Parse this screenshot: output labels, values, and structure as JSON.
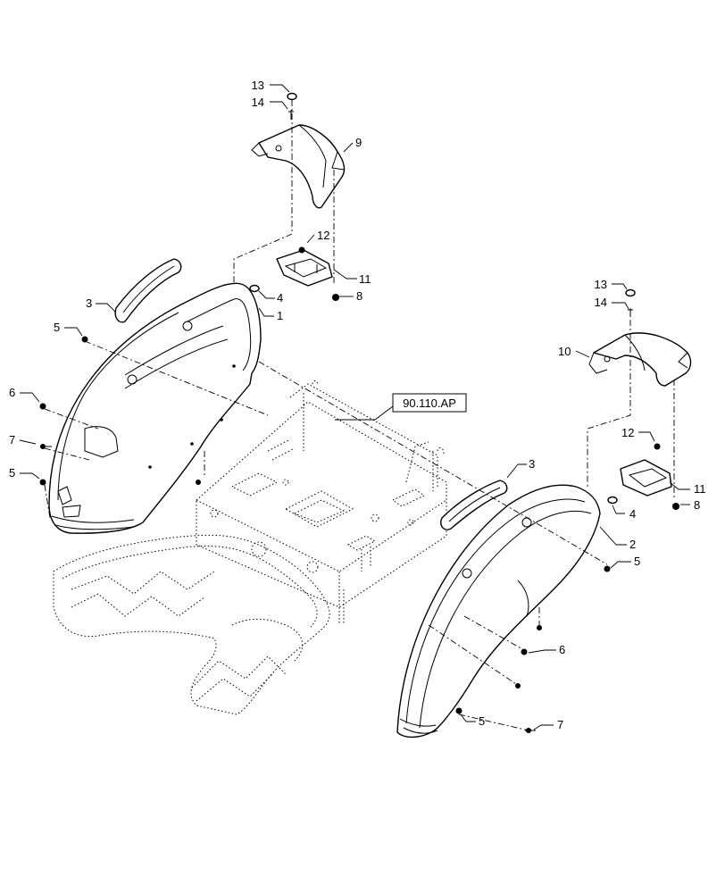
{
  "reference_label": "90.110.AP",
  "callouts": [
    {
      "id": "c1",
      "text": "1"
    },
    {
      "id": "c2",
      "text": "2"
    },
    {
      "id": "c3a",
      "text": "3"
    },
    {
      "id": "c3b",
      "text": "3"
    },
    {
      "id": "c4a",
      "text": "4"
    },
    {
      "id": "c4b",
      "text": "4"
    },
    {
      "id": "c5a",
      "text": "5"
    },
    {
      "id": "c5b",
      "text": "5"
    },
    {
      "id": "c5c",
      "text": "5"
    },
    {
      "id": "c5d",
      "text": "5"
    },
    {
      "id": "c6a",
      "text": "6"
    },
    {
      "id": "c6b",
      "text": "6"
    },
    {
      "id": "c7a",
      "text": "7"
    },
    {
      "id": "c7b",
      "text": "7"
    },
    {
      "id": "c8a",
      "text": "8"
    },
    {
      "id": "c8b",
      "text": "8"
    },
    {
      "id": "c9",
      "text": "9"
    },
    {
      "id": "c10",
      "text": "10"
    },
    {
      "id": "c11a",
      "text": "11"
    },
    {
      "id": "c11b",
      "text": "11"
    },
    {
      "id": "c12a",
      "text": "12"
    },
    {
      "id": "c12b",
      "text": "12"
    },
    {
      "id": "c13a",
      "text": "13"
    },
    {
      "id": "c13b",
      "text": "13"
    },
    {
      "id": "c14a",
      "text": "14"
    },
    {
      "id": "c14b",
      "text": "14"
    }
  ]
}
